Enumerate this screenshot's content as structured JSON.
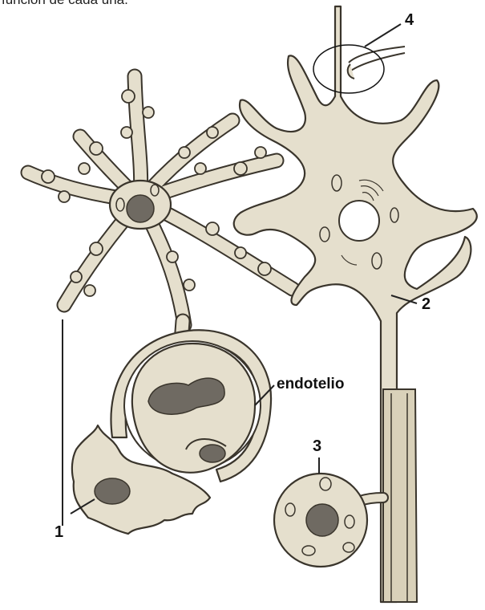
{
  "caption_partial": "función de cada una.",
  "labels": {
    "one": "1",
    "two": "2",
    "three": "3",
    "four": "4",
    "endotelio": "endotelio"
  },
  "colors": {
    "cytoplasm": "#e5dfcd",
    "outline": "#3a352c",
    "nucleus": "#6f6a62",
    "background": "#ffffff"
  }
}
